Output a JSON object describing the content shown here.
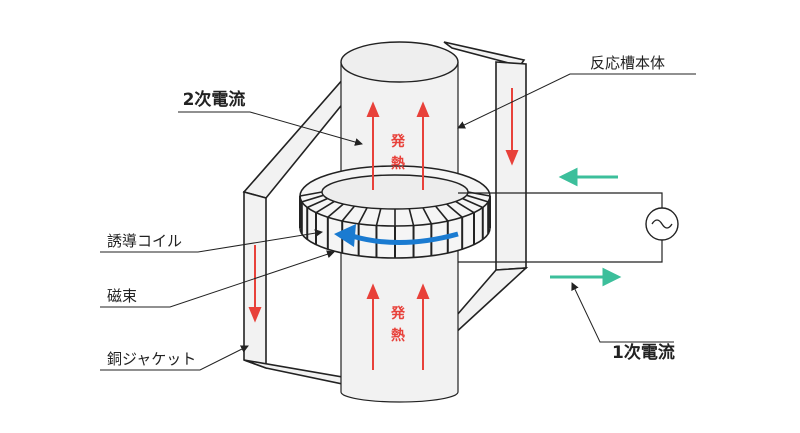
{
  "labels": {
    "secondary_current": "2次電流",
    "reactor_body": "反応槽本体",
    "induction_coil": "誘導コイル",
    "magnetic_flux": "磁束",
    "copper_jacket": "銅ジャケット",
    "primary_current": "1次電流",
    "heat_char_1": "発",
    "heat_char_2": "熱"
  },
  "colors": {
    "heat_arrow": "#e8413a",
    "flux_arrow": "#1a7bd1",
    "primary_current_arrow": "#3cbf9b",
    "outline": "#222222",
    "fill": "#f2f2f2"
  },
  "icons": {
    "ac_source": "ac-source-icon"
  }
}
